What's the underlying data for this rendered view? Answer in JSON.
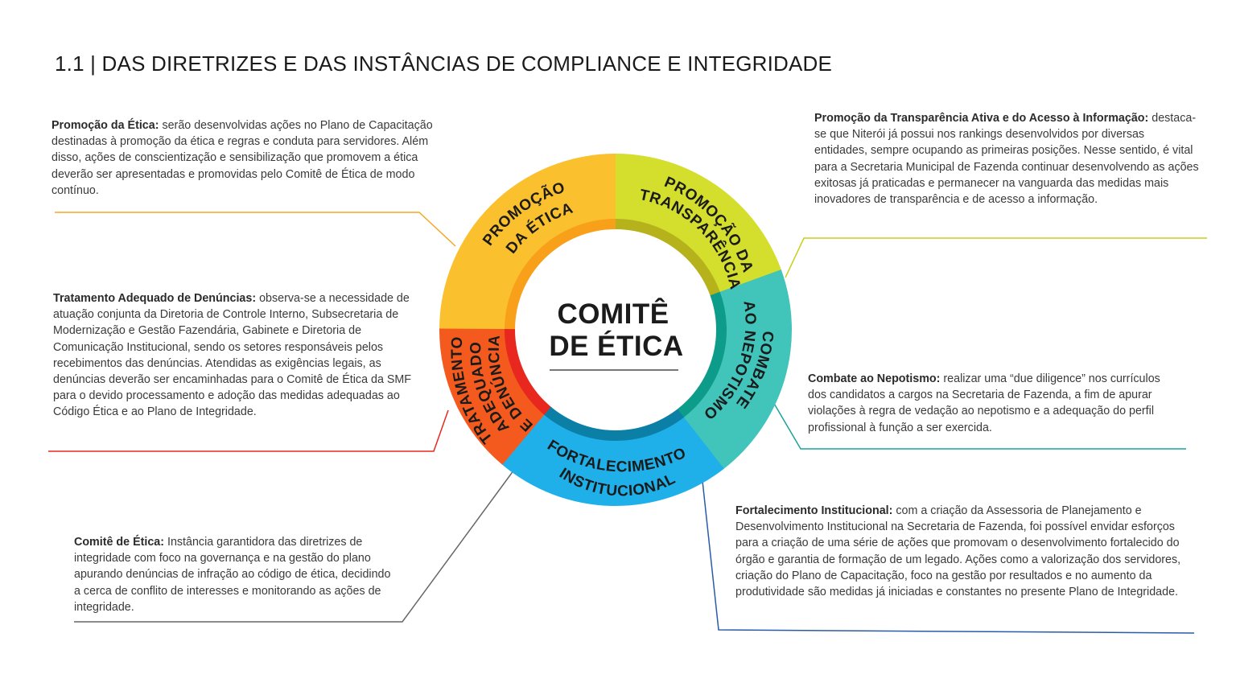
{
  "title": "1.1 | DAS DIRETRIZES E DAS INSTÂNCIAS DE COMPLIANCE E INTEGRIDADE",
  "center": {
    "line1": "COMITÊ",
    "line2": "DE ÉTICA"
  },
  "segments": [
    {
      "id": "etica",
      "line1": "PROMOÇÃO",
      "line2": "DA ÉTICA",
      "outer_color": "#FBC02D",
      "inner_color": "#F9A01B"
    },
    {
      "id": "transparencia",
      "line1": "PROMOÇÃO DA",
      "line2": "TRANSPARÊNCIA",
      "outer_color": "#D4DE2D",
      "inner_color": "#B5B21C"
    },
    {
      "id": "nepotismo",
      "line1": "COMBATE",
      "line2": "AO NEPOTISMO",
      "outer_color": "#41C4BA",
      "inner_color": "#0E9C8A"
    },
    {
      "id": "fortalecimento",
      "line1": "FORTALECIMENTO",
      "line2": "INSTITUCIONAL",
      "outer_color": "#1FB0EA",
      "inner_color": "#0C7FA6"
    },
    {
      "id": "denuncias",
      "line1": "TRATAMENTO",
      "line2": "ADEQUADO",
      "line3": "DE DENÚNCIAS",
      "outer_color": "#F45A1E",
      "inner_color": "#E8281E"
    }
  ],
  "descriptions": {
    "etica": {
      "label": "Promoção da Ética:",
      "text": " serão desenvolvidas ações no Plano de Capacitação destinadas à promoção da ética e regras e conduta para servidores. Além disso, ações de conscientização e sensibilização que promovem a ética deverão ser apresentadas e promovidas pelo Comitê de Ética de modo contínuo."
    },
    "transparencia": {
      "label": "Promoção da Transparência Ativa e do Acesso à Informação:",
      "text": " destaca-se que Niterói já possui nos rankings desenvolvidos por diversas entidades, sempre ocupando as primeiras posições. Nesse sentido, é vital para a Secretaria Municipal de Fazenda continuar desenvolvendo as ações exitosas já praticadas e permanecer na vanguarda das medidas mais inovadores de transparência e de acesso a informação."
    },
    "denuncias": {
      "label": "Tratamento Adequado de Denúncias:",
      "text": "  observa-se a necessidade de atuação conjunta da Diretoria de Controle Interno, Subsecretaria de Modernização e Gestão Fazendária, Gabinete e Diretoria de Comunicação Institucional, sendo os setores responsáveis pelos recebimentos das denúncias. Atendidas as exigências legais, as denúncias deverão ser encaminhadas para o Comitê de Ética da SMF para o devido processamento e adoção das medidas adequadas ao Código Ética e ao Plano de Integridade."
    },
    "nepotismo": {
      "label": "Combate ao Nepotismo:",
      "text": " realizar uma “due diligence” nos currículos dos candidatos a cargos na Secretaria de Fazenda, a fim de apurar violações à regra de vedação ao nepotismo e a adequação do perfil profissional à função a ser exercida."
    },
    "comite": {
      "label": "Comitê de Ética:",
      "text": " Instância garantidora das diretrizes de integridade com foco na governança e na gestão do plano apurando denúncias de infração ao código de ética, decidindo a cerca de conflito de interesses e monitorando as ações de integridade."
    },
    "fortalecimento": {
      "label": "Fortalecimento Institucional:",
      "text": " com a criação da Assessoria de Planejamento e Desenvolvimento Institucional na Secretaria de Fazenda, foi possível envidar esforços para a criação de uma série de ações que promovam o desenvolvimento fortalecido do órgão e garantia de formação de um legado. Ações como a valorização dos servidores, criação do Plano de Capacitação, foco na gestão por resultados e no aumento da produtividade são medidas já iniciadas e constantes no presente Plano de Integridade."
    }
  },
  "connector_colors": {
    "etica": "#F5A623",
    "transparencia": "#C9CF1F",
    "denuncias": "#E8281E",
    "nepotismo": "#1AA39A",
    "comite": "#666666",
    "fortalecimento": "#2A5BA8"
  }
}
